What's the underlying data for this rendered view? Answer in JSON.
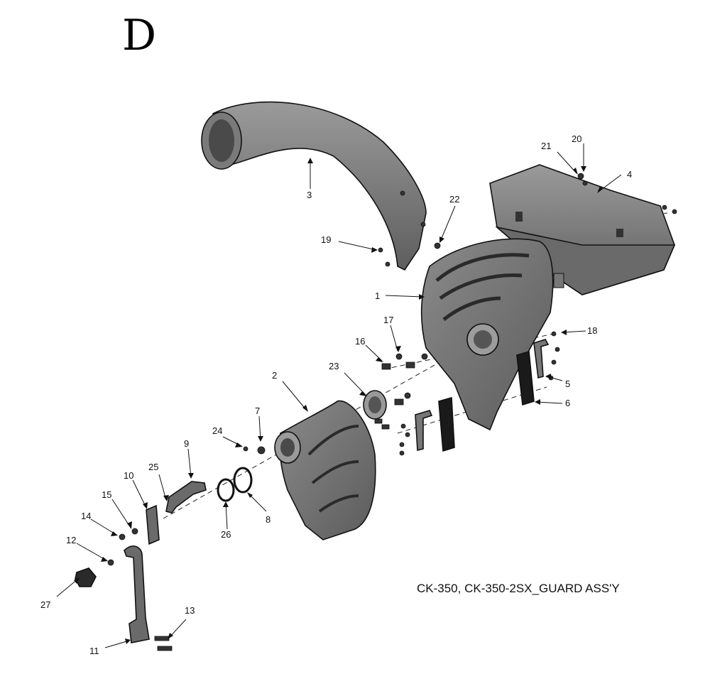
{
  "section_letter": "D",
  "diagram_title": "CK-350, CK-350-2SX_GUARD ASS'Y",
  "callouts": [
    "1",
    "2",
    "3",
    "4",
    "5",
    "6",
    "7",
    "8",
    "9",
    "10",
    "11",
    "12",
    "13",
    "14",
    "15",
    "16",
    "17",
    "18",
    "19",
    "20",
    "21",
    "22",
    "23",
    "24",
    "25",
    "26",
    "27"
  ]
}
